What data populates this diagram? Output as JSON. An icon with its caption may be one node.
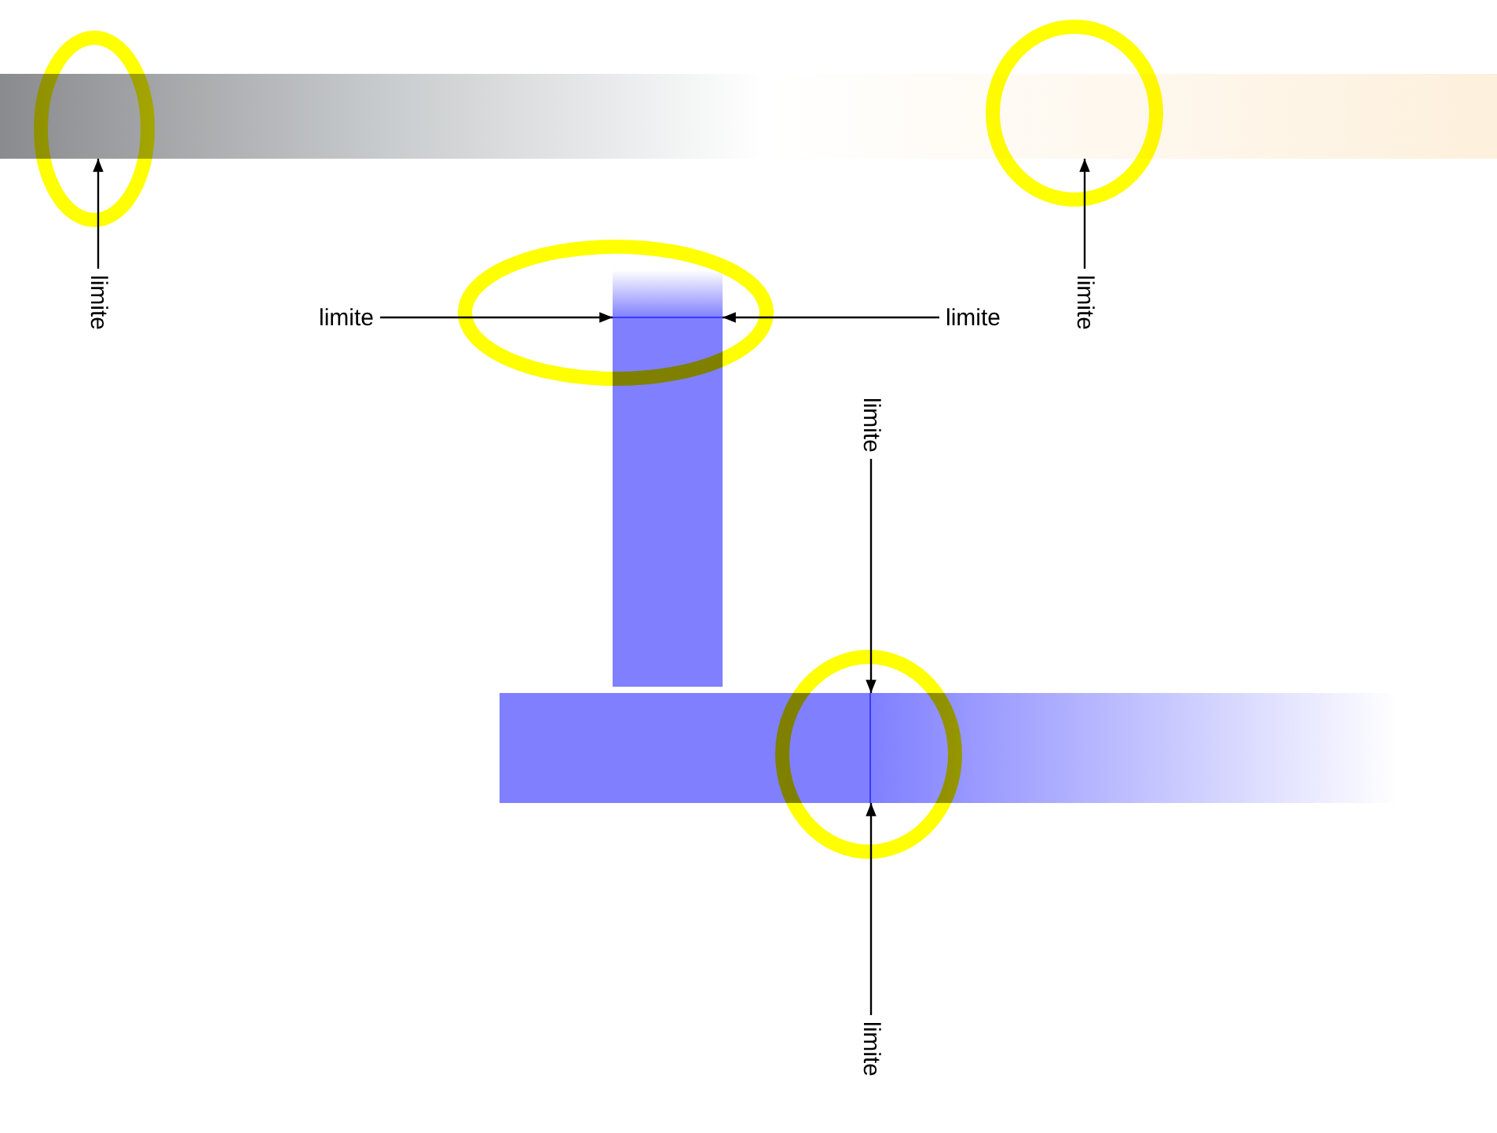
{
  "diagram": {
    "nodes": [
      {
        "text": [],
        "shape": "bar"
      },
      {
        "text": [
          "limite"
        ]
      },
      {
        "text": [],
        "shape": "bar"
      },
      {
        "text": [
          "limite"
        ]
      },
      {
        "text": [
          "limite"
        ]
      },
      {
        "text": [
          "limite"
        ]
      },
      {
        "text": [
          "limite"
        ]
      },
      {
        "text": [],
        "shape": "bar"
      },
      {
        "text": [
          "limite"
        ]
      }
    ],
    "edges": [
      {
        "from": 1,
        "to": 0,
        "arrow": "to"
      },
      {
        "from": 3,
        "to": 2,
        "arrow": "to"
      },
      {
        "from": 4,
        "to": 2,
        "arrow": "to"
      },
      {
        "from": 5,
        "to": 0,
        "arrow": "to"
      },
      {
        "from": 6,
        "to": 7,
        "arrow": "to"
      },
      {
        "from": 8,
        "to": 7,
        "arrow": "to"
      }
    ]
  }
}
